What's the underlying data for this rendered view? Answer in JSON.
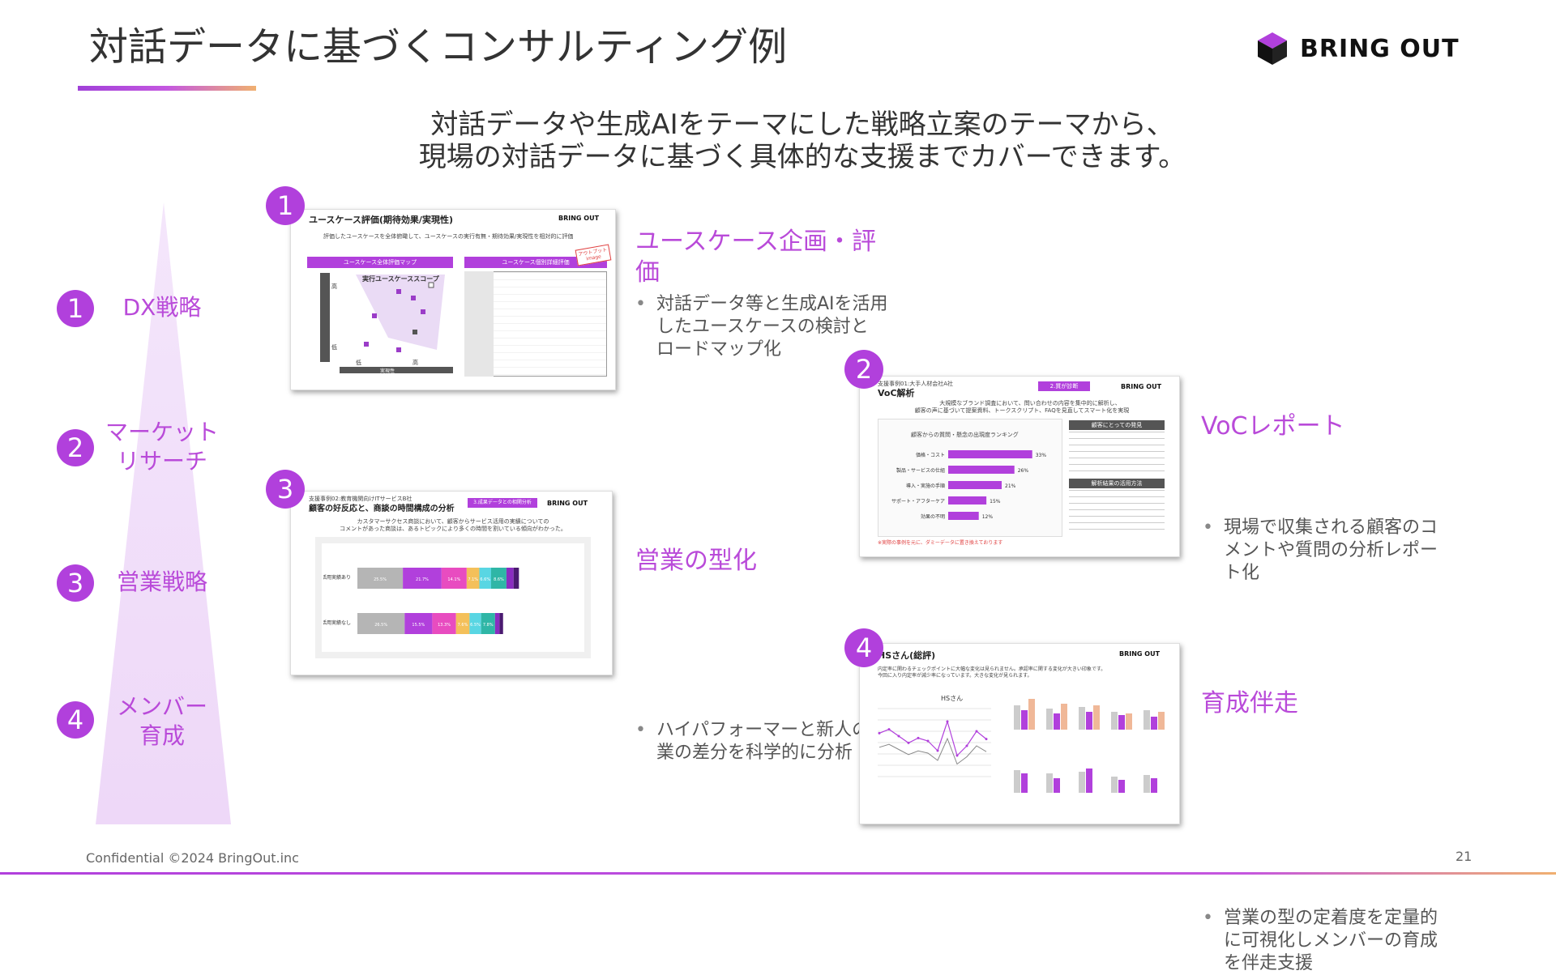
{
  "title": "対話データに基づくコンサルティング例",
  "logo": {
    "text": "BRING OUT"
  },
  "subtitle": {
    "line1": "対話データや生成AIをテーマにした戦略立案のテーマから、",
    "line2": "現場の対話データに基づく具体的な支援までカバーできます。"
  },
  "stages": [
    {
      "num": "1",
      "label_lines": [
        "DX戦略"
      ]
    },
    {
      "num": "2",
      "label_lines": [
        "マーケット",
        "リサーチ"
      ]
    },
    {
      "num": "3",
      "label_lines": [
        "営業戦略"
      ]
    },
    {
      "num": "4",
      "label_lines": [
        "メンバー",
        "育成"
      ]
    }
  ],
  "cases": [
    {
      "num": "1",
      "title_lines": [
        "ユースケース企画・評",
        "価"
      ],
      "bullet_lines": [
        "対話データ等と生成AIを活用",
        "したユースケースの検討と",
        "ロードマップ化"
      ]
    },
    {
      "num": "2",
      "title_lines": [
        "VoCレポート"
      ],
      "bullet_lines": [
        "現場で収集される顧客のコ",
        "メントや質問の分析レポー",
        "ト化"
      ]
    },
    {
      "num": "3",
      "title_lines": [
        "営業の型化"
      ],
      "bullet_lines": [
        "ハイパフォーマーと新人の営",
        "業の差分を科学的に分析"
      ]
    },
    {
      "num": "4",
      "title_lines": [
        "育成伴走"
      ],
      "bullet_lines": [
        "営業の型の定着度を定量的",
        "に可視化しメンバーの育成",
        "を伴走支援"
      ]
    }
  ],
  "thumbs": {
    "t1": {
      "title": "ユースケース評価(期待効果/実現性)",
      "logo": "BRING OUT",
      "desc": "評価したユースケースを全体俯瞰して、ユースケースの実行有無・期待効果/実現性を相対的に評価",
      "left_head": "ユースケース全体評価マップ",
      "right_head": "ユースケース個別詳細評価",
      "map_label": "実行ユースケーススコープ",
      "stamp": "アウトプット image",
      "axis_x": "実現性",
      "x_low": "低",
      "x_high": "高",
      "y_high": "高",
      "y_low": "低"
    },
    "t2": {
      "pretitle": "支援事例01:大手人材会社A社",
      "title": "VoC解析",
      "tag": "2.質が診断",
      "logo": "BRING OUT",
      "desc1": "大規模なブランド調査において、問い合わせの内容を集中的に解析し、",
      "desc2": "顧客の声に基づいて提案資料、トークスクリプト、FAQを見直してスマート化を実現",
      "chart_title": "顧客からの質問・懸念の出現度ランキング",
      "bars": [
        {
          "label": "価格・コスト",
          "value": 33
        },
        {
          "label": "製品・サービスの仕組",
          "value": 26
        },
        {
          "label": "導入・実施の手順",
          "value": 21
        },
        {
          "label": "サポート・アフターケア",
          "value": 15
        },
        {
          "label": "効果の不明",
          "value": 12
        }
      ],
      "side1_head": "顧客にとっての発見",
      "side2_head": "解析結果の活用方法",
      "note": "※実際の事例を元に、ダミーデータに置き換えております"
    },
    "t3": {
      "pretitle": "支援事例02:教育機関向けITサービスB社",
      "title": "顧客の好反応と、商談の時間構成の分析",
      "tag": "3.成果データとの相関分析",
      "logo": "BRING OUT",
      "desc1": "カスタマーサクセス商談において、顧客からサービス活用の実績についての",
      "desc2": "コメントがあった商談は、あるトピックにより多くの時間を割いている傾向がわかった。",
      "rows": [
        {
          "label": "サービス活用実績あり",
          "segments": [
            {
              "v": 25.5,
              "c": "#b5b5b5",
              "t": "25.5%"
            },
            {
              "v": 21.7,
              "c": "#b140dc",
              "t": "21.7%"
            },
            {
              "v": 14.1,
              "c": "#e84cc0",
              "t": "14.1%"
            },
            {
              "v": 7.1,
              "c": "#f4c05a",
              "t": "7.1%"
            },
            {
              "v": 6.6,
              "c": "#59d6e3",
              "t": "6.6%"
            },
            {
              "v": 8.6,
              "c": "#2fb6a6",
              "t": "8.6%"
            },
            {
              "v": 4,
              "c": "#8a2cc0",
              "t": ""
            },
            {
              "v": 3,
              "c": "#4a1a70",
              "t": ""
            }
          ]
        },
        {
          "label": "サービス活用実績なし",
          "segments": [
            {
              "v": 26.5,
              "c": "#b5b5b5",
              "t": "26.5%"
            },
            {
              "v": 15.5,
              "c": "#b140dc",
              "t": "15.5%"
            },
            {
              "v": 13.3,
              "c": "#e84cc0",
              "t": "13.3%"
            },
            {
              "v": 7.6,
              "c": "#f4c05a",
              "t": "7.6%"
            },
            {
              "v": 6.5,
              "c": "#59d6e3",
              "t": "6.5%"
            },
            {
              "v": 7.8,
              "c": "#2fb6a6",
              "t": "7.8%"
            },
            {
              "v": 2.5,
              "c": "#8a2cc0",
              "t": ""
            },
            {
              "v": 2,
              "c": "#4a1a70",
              "t": ""
            }
          ]
        }
      ]
    },
    "t4": {
      "title": "HSさん(総評)",
      "logo": "BRING OUT",
      "desc1": "内定率に関わるチェックポイントに大幅な変化は見られません。承認率に関する変化が大きい印象です。",
      "desc2": "今回に入り内定率が減少率になっています。大きな変化が見られます。",
      "line_label": "HSさん",
      "line_values": [
        58,
        62,
        55,
        48,
        53,
        50,
        40,
        70,
        35,
        45,
        60,
        52
      ]
    }
  },
  "footer": "Confidential ©2024 BringOut.inc",
  "page_number": "21"
}
